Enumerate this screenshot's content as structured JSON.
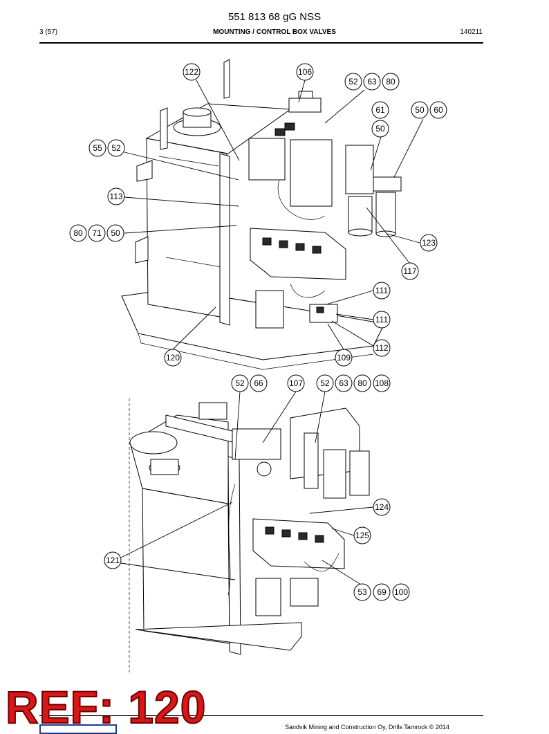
{
  "header": {
    "document_number": "551 813 68 gG NSS",
    "page_number": "3 (57)",
    "section_title": "MOUNTING / CONTROL BOX VALVES",
    "date_code": "140211"
  },
  "stamp": {
    "text": "REF: 120",
    "color": "#d81818"
  },
  "footer": {
    "copyright": "Sandvik Mining and Construction Oy, Drills Tamrock © 2014"
  },
  "figures": {
    "upper": {
      "callouts": [
        [
          "122"
        ],
        [
          "106"
        ],
        [
          "52",
          "63",
          "80"
        ],
        [
          "61"
        ],
        [
          "50",
          "60"
        ],
        [
          "50"
        ],
        [
          "55",
          "52"
        ],
        [
          "113"
        ],
        [
          "80",
          "71",
          "50"
        ],
        [
          "123"
        ],
        [
          "117"
        ],
        [
          "111"
        ],
        [
          "111"
        ],
        [
          "112"
        ],
        [
          "120"
        ],
        [
          "109"
        ]
      ]
    },
    "lower": {
      "callouts": [
        [
          "52",
          "66"
        ],
        [
          "107"
        ],
        [
          "52",
          "63",
          "80",
          "108"
        ],
        [
          "124"
        ],
        [
          "125"
        ],
        [
          "121"
        ],
        [
          "53",
          "69",
          "100"
        ]
      ]
    }
  }
}
